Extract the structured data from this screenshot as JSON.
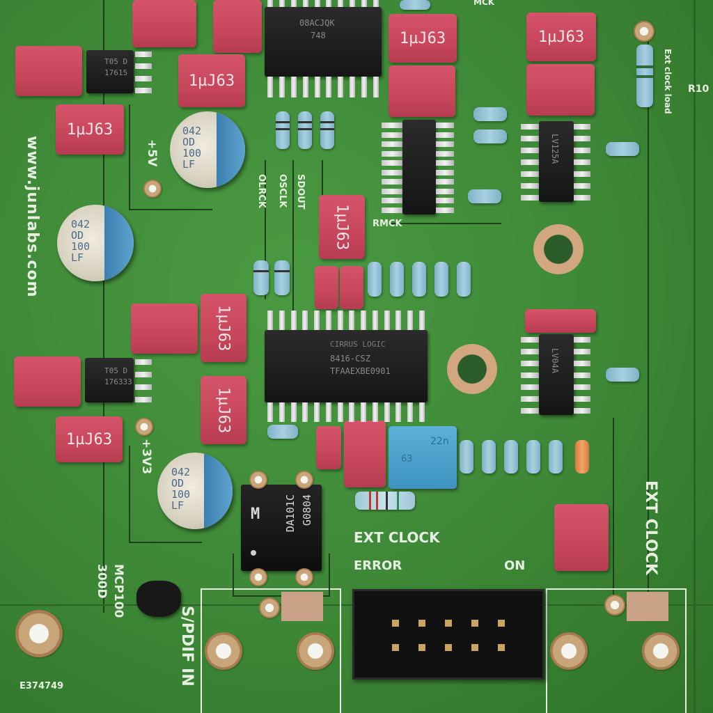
{
  "board": {
    "website": "www.junlabs.com",
    "serial": "E374749",
    "ref_r10": "R10"
  },
  "labels": {
    "plus5v": "+5V",
    "plus3v3": "+3V3",
    "olrck": "OLRCK",
    "osclk": "OSCLK",
    "sdout": "SDOUT",
    "rmck": "RMCK",
    "mck": "MCK",
    "ext_clock_load": "Ext clock load",
    "ext_clock_top": "EXT CLOCK",
    "error": "ERROR",
    "on": "ON",
    "ext_clock_side": "EXT CLOCK",
    "spdif_in": "S/PDIF IN",
    "mcp_part": "MCP100",
    "mcp_suffix": "300D"
  },
  "capacitor_marking": "1µJ63",
  "elcap_marking": {
    "line1": "LF",
    "line2": "100",
    "line3": "OD",
    "line4": "042"
  },
  "chips": {
    "receiver": {
      "brand": "CIRRUS LOGIC",
      "line1": "8416-CSZ",
      "line2": "TFAAEXBE0901"
    },
    "transformer": {
      "line1": "DA101C",
      "line2": "G0804"
    },
    "reg1": {
      "line1": "T05 D",
      "line2": "17615"
    },
    "reg2": {
      "line1": "T05 D",
      "line2": "176333"
    },
    "top_ic": {
      "line1": "08ACJQK",
      "line2": "748"
    },
    "ic_right_top": {
      "line1": "LV125A"
    },
    "ic_right_mid": {
      "line1": "LV04A"
    },
    "blue_cap": {
      "line1": "22n",
      "line2": "63"
    }
  },
  "colors": {
    "pcb": "#3f8a3a",
    "silk": "#e6efe2",
    "cap_red": "#c8465c",
    "chip_black": "#1a1a1a"
  }
}
